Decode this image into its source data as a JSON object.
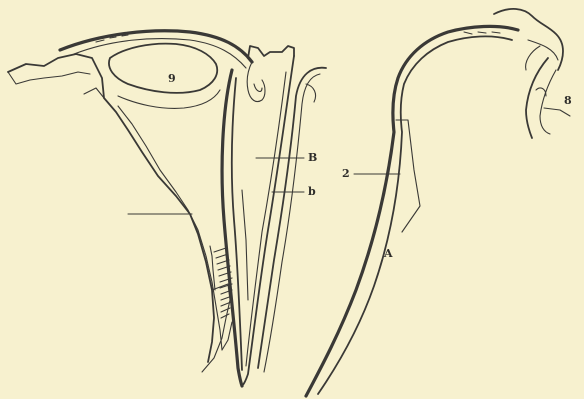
{
  "figure": {
    "labels": {
      "nine": "9",
      "B": "B",
      "b": "b",
      "two": "2",
      "A": "A",
      "eight": "8"
    }
  }
}
